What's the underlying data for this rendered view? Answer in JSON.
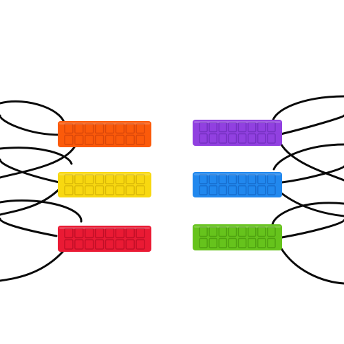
{
  "scene": {
    "background": "#ffffff",
    "cord_color": "#0a0a0a"
  },
  "pendants": [
    {
      "name": "orange",
      "color": "#fb5a0a",
      "shade": "#d8460a"
    },
    {
      "name": "yellow",
      "color": "#f8d810",
      "shade": "#d9b708"
    },
    {
      "name": "red",
      "color": "#ea1a34",
      "shade": "#c00f27"
    },
    {
      "name": "purple",
      "color": "#9140e0",
      "shade": "#7430c0"
    },
    {
      "name": "blue",
      "color": "#2188ee",
      "shade": "#176ccc"
    },
    {
      "name": "green",
      "color": "#66c31c",
      "shade": "#4ea010"
    }
  ]
}
